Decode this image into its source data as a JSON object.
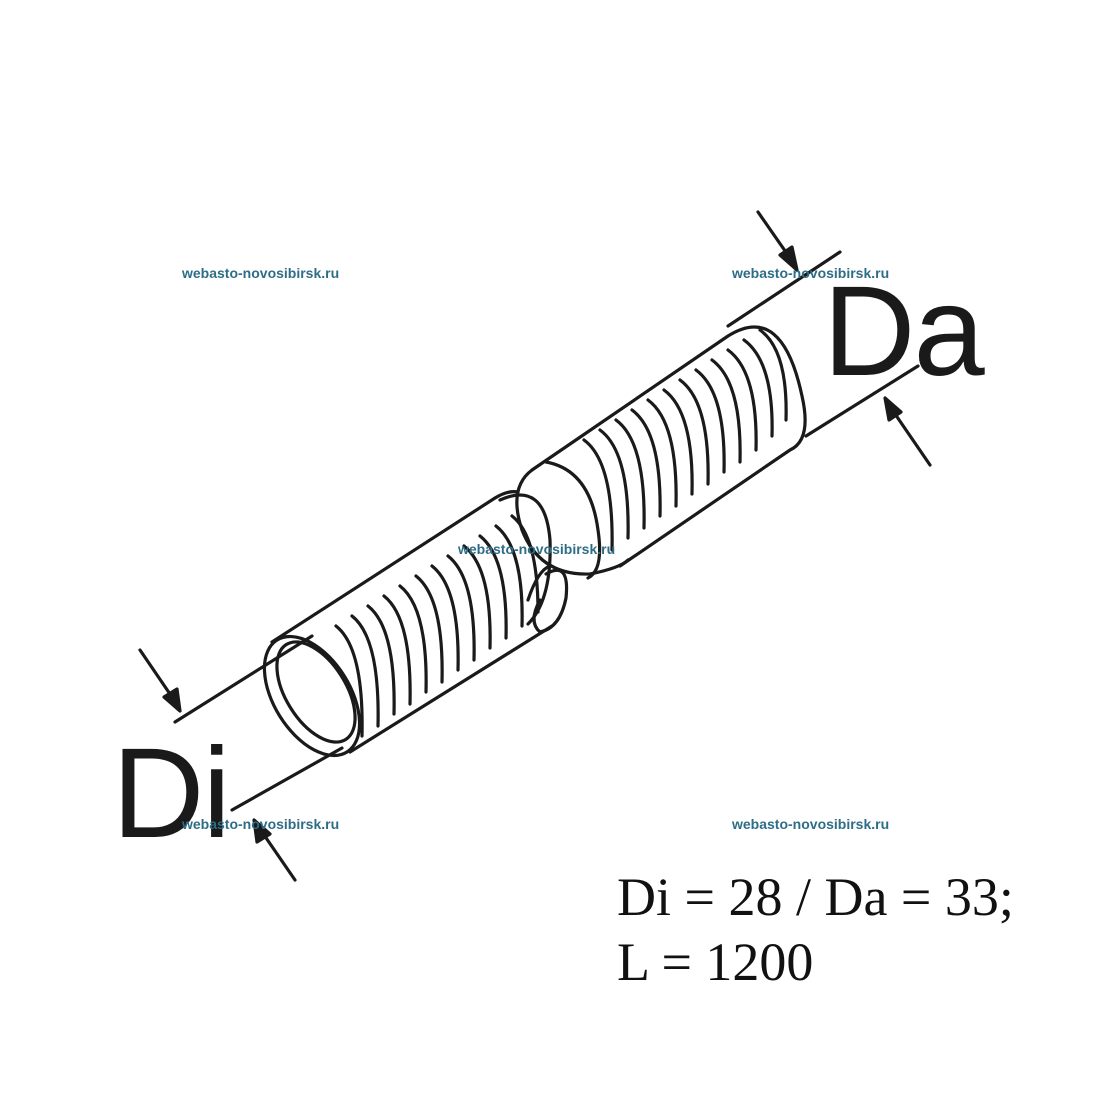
{
  "dimension_labels": {
    "outer": "Da",
    "inner": "Di"
  },
  "watermark": {
    "text": "webasto-novosibirsk.ru",
    "color": "#2f6d86"
  },
  "specification": {
    "line1": "Di = 28 / Da = 33;",
    "line2": "L = 1200"
  },
  "drawing_colors": {
    "stroke": "#1a1a1a",
    "background": "#ffffff"
  }
}
